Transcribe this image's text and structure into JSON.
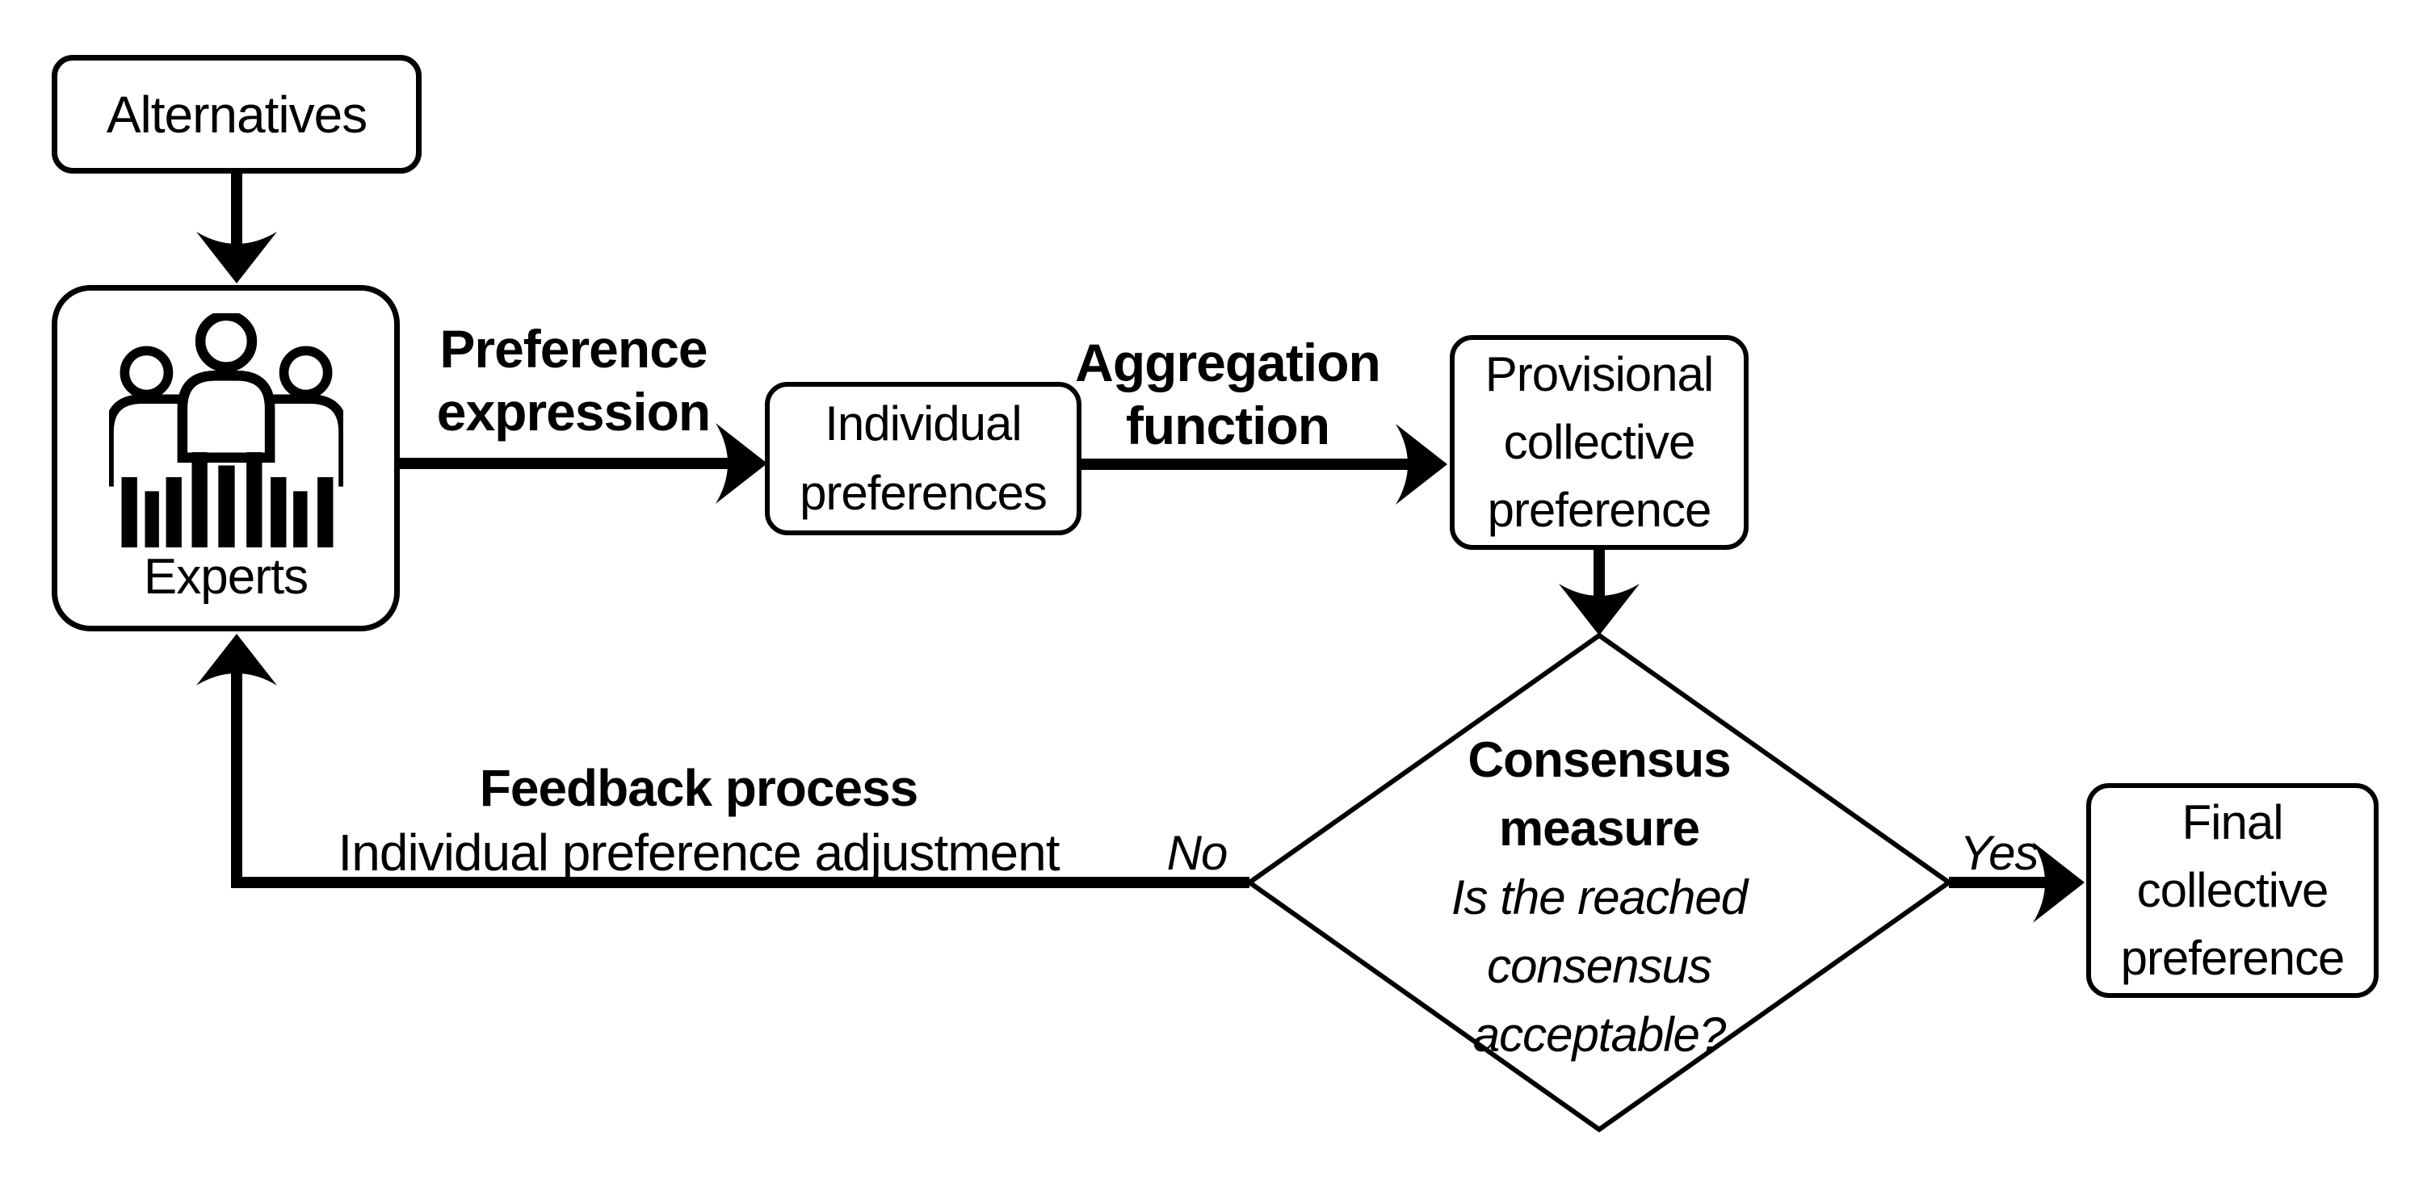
{
  "diagram": {
    "background_color": "#ffffff",
    "line_color": "#000000",
    "nodes": {
      "alternatives": {
        "label": "Alternatives"
      },
      "experts": {
        "label": "Experts",
        "icon": "people-group-icon"
      },
      "individual_preferences": {
        "line1": "Individual",
        "line2": "preferences"
      },
      "provisional_collective_preference": {
        "line1": "Provisional",
        "line2": "collective",
        "line3": "preference"
      },
      "final_collective_preference": {
        "line1": "Final",
        "line2": "collective",
        "line3": "preference"
      }
    },
    "decision": {
      "title_line1": "Consensus",
      "title_line2": "measure",
      "question_line1": "Is the reached",
      "question_line2": "consensus",
      "question_line3": "acceptable?"
    },
    "edge_labels": {
      "preference_expression_line1": "Preference",
      "preference_expression_line2": "expression",
      "aggregation_line1": "Aggregation",
      "aggregation_line2": "function",
      "feedback_bold": "Feedback process",
      "feedback_regular": "Individual preference adjustment",
      "no": "No",
      "yes": "Yes"
    }
  }
}
